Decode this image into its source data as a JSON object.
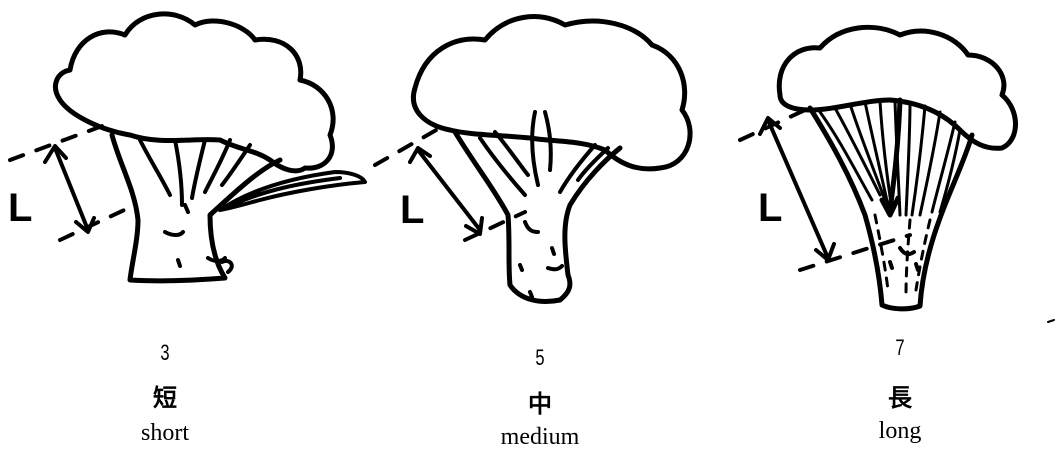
{
  "dimension_marker": "L",
  "panels": [
    {
      "number": "3",
      "chinese": "短",
      "english": "short"
    },
    {
      "number": "5",
      "chinese": "中",
      "english": "medium"
    },
    {
      "number": "7",
      "chinese": "長",
      "english": "long"
    }
  ]
}
